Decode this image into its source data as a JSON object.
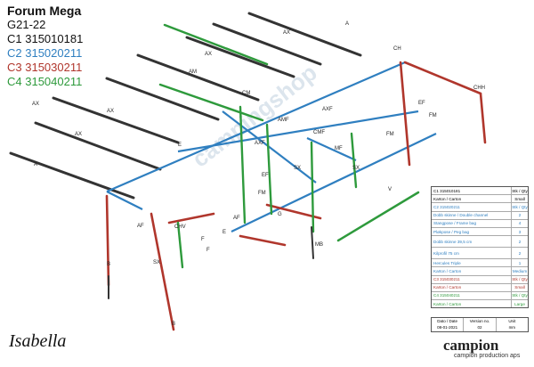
{
  "title": {
    "model": "Forum Mega",
    "year": "G21-22",
    "c1": "C1 315010181",
    "c2": "C2 315020211",
    "c3": "C3 315030211",
    "c4": "C4 315040211"
  },
  "colors": {
    "c1": "#333333",
    "c2": "#2f7fc0",
    "c3": "#b0362c",
    "c4": "#2e9a3c"
  },
  "part_labels": [
    "A",
    "AX",
    "AM",
    "AX",
    "AX",
    "AX",
    "AX",
    "A",
    "CH",
    "CHH",
    "AXF",
    "EF",
    "FM",
    "AMF",
    "CM",
    "CMF",
    "MF",
    "FM",
    "SX",
    "SX",
    "EF",
    "G",
    "MB",
    "SX",
    "CHV",
    "AF",
    "B",
    "B",
    "F",
    "E",
    "E",
    "F",
    "V",
    "AF",
    "AXF",
    "FM"
  ],
  "parts_table": {
    "header_qty": "Stk / Qty",
    "rows": [
      {
        "name": "C1 315010181",
        "qty": "Stk / Qty",
        "color": "black"
      },
      {
        "name": "Karton / Carton",
        "qty": "Small",
        "color": "black"
      },
      {
        "name": "C2 315020211",
        "qty": "Stk / Qty",
        "color": "blue"
      },
      {
        "name": "Dobb skinne / Double channel",
        "qty": "2",
        "color": "blue"
      },
      {
        "name": "Stangpose / Frame bag",
        "qty": "4",
        "color": "blue"
      },
      {
        "name": "Pløkpose / Peg bag",
        "qty": "3",
        "color": "blue"
      },
      {
        "name": "Dobb skinne 39,5 cm",
        "qty": "2",
        "color": "blue"
      },
      {
        "name": "Kilprofil 75 cm",
        "qty": "2",
        "color": "blue"
      },
      {
        "name": "Hercules Triple",
        "qty": "1",
        "color": "blue"
      },
      {
        "name": "Karton / Carton",
        "qty": "Medium",
        "color": "blue"
      },
      {
        "name": "C3 315030211",
        "qty": "Stk / Qty",
        "color": "red"
      },
      {
        "name": "Karton / Carton",
        "qty": "Small",
        "color": "red"
      },
      {
        "name": "C4 315040211",
        "qty": "Stk / Qty",
        "color": "green"
      },
      {
        "name": "Karton / Carton",
        "qty": "Large",
        "color": "green"
      }
    ],
    "footer": {
      "date_label": "Dato / Date",
      "date": "08-01-2021",
      "version_label": "Version no.",
      "version": "02",
      "unit_label": "Unit",
      "unit": "mm"
    }
  },
  "brand_left": "Isabella",
  "brand_right": "campion",
  "brand_right_sub": "campion production aps",
  "watermark": "campingshop"
}
